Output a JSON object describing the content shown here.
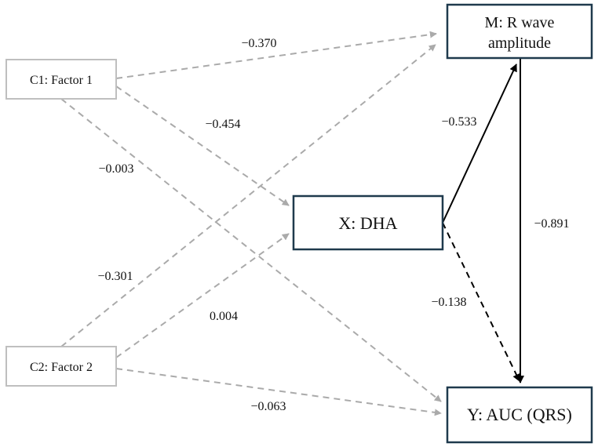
{
  "nodes": {
    "c1": {
      "label": "C1: Factor 1"
    },
    "c2": {
      "label": "C2: Factor 2"
    },
    "x": {
      "label": "X: DHA"
    },
    "m": {
      "label_line1": "M: R wave",
      "label_line2": "amplitude"
    },
    "y": {
      "label": "Y: AUC (QRS)"
    }
  },
  "edges": {
    "c1_m": {
      "coefficient": "−0.370",
      "style": "dashed",
      "color": "#aaaaaa"
    },
    "c1_x": {
      "coefficient": "−0.454",
      "style": "dashed",
      "color": "#aaaaaa"
    },
    "c1_y": {
      "coefficient": "−0.003",
      "style": "dashed",
      "color": "#aaaaaa"
    },
    "c2_m": {
      "coefficient": "−0.301",
      "style": "dashed",
      "color": "#aaaaaa"
    },
    "c2_x": {
      "coefficient": "0.004",
      "style": "dashed",
      "color": "#aaaaaa"
    },
    "c2_y": {
      "coefficient": "−0.063",
      "style": "dashed",
      "color": "#aaaaaa"
    },
    "x_m": {
      "coefficient": "−0.533",
      "style": "solid",
      "color": "#000000"
    },
    "m_y": {
      "coefficient": "−0.891",
      "style": "solid",
      "color": "#000000"
    },
    "x_y": {
      "coefficient": "−0.138",
      "style": "dashed",
      "color": "#000000"
    }
  },
  "colors": {
    "covariate_border": "#bfbfbf",
    "main_border": "#1f3a4d",
    "covariate_path": "#aaaaaa",
    "main_path": "#000000"
  }
}
